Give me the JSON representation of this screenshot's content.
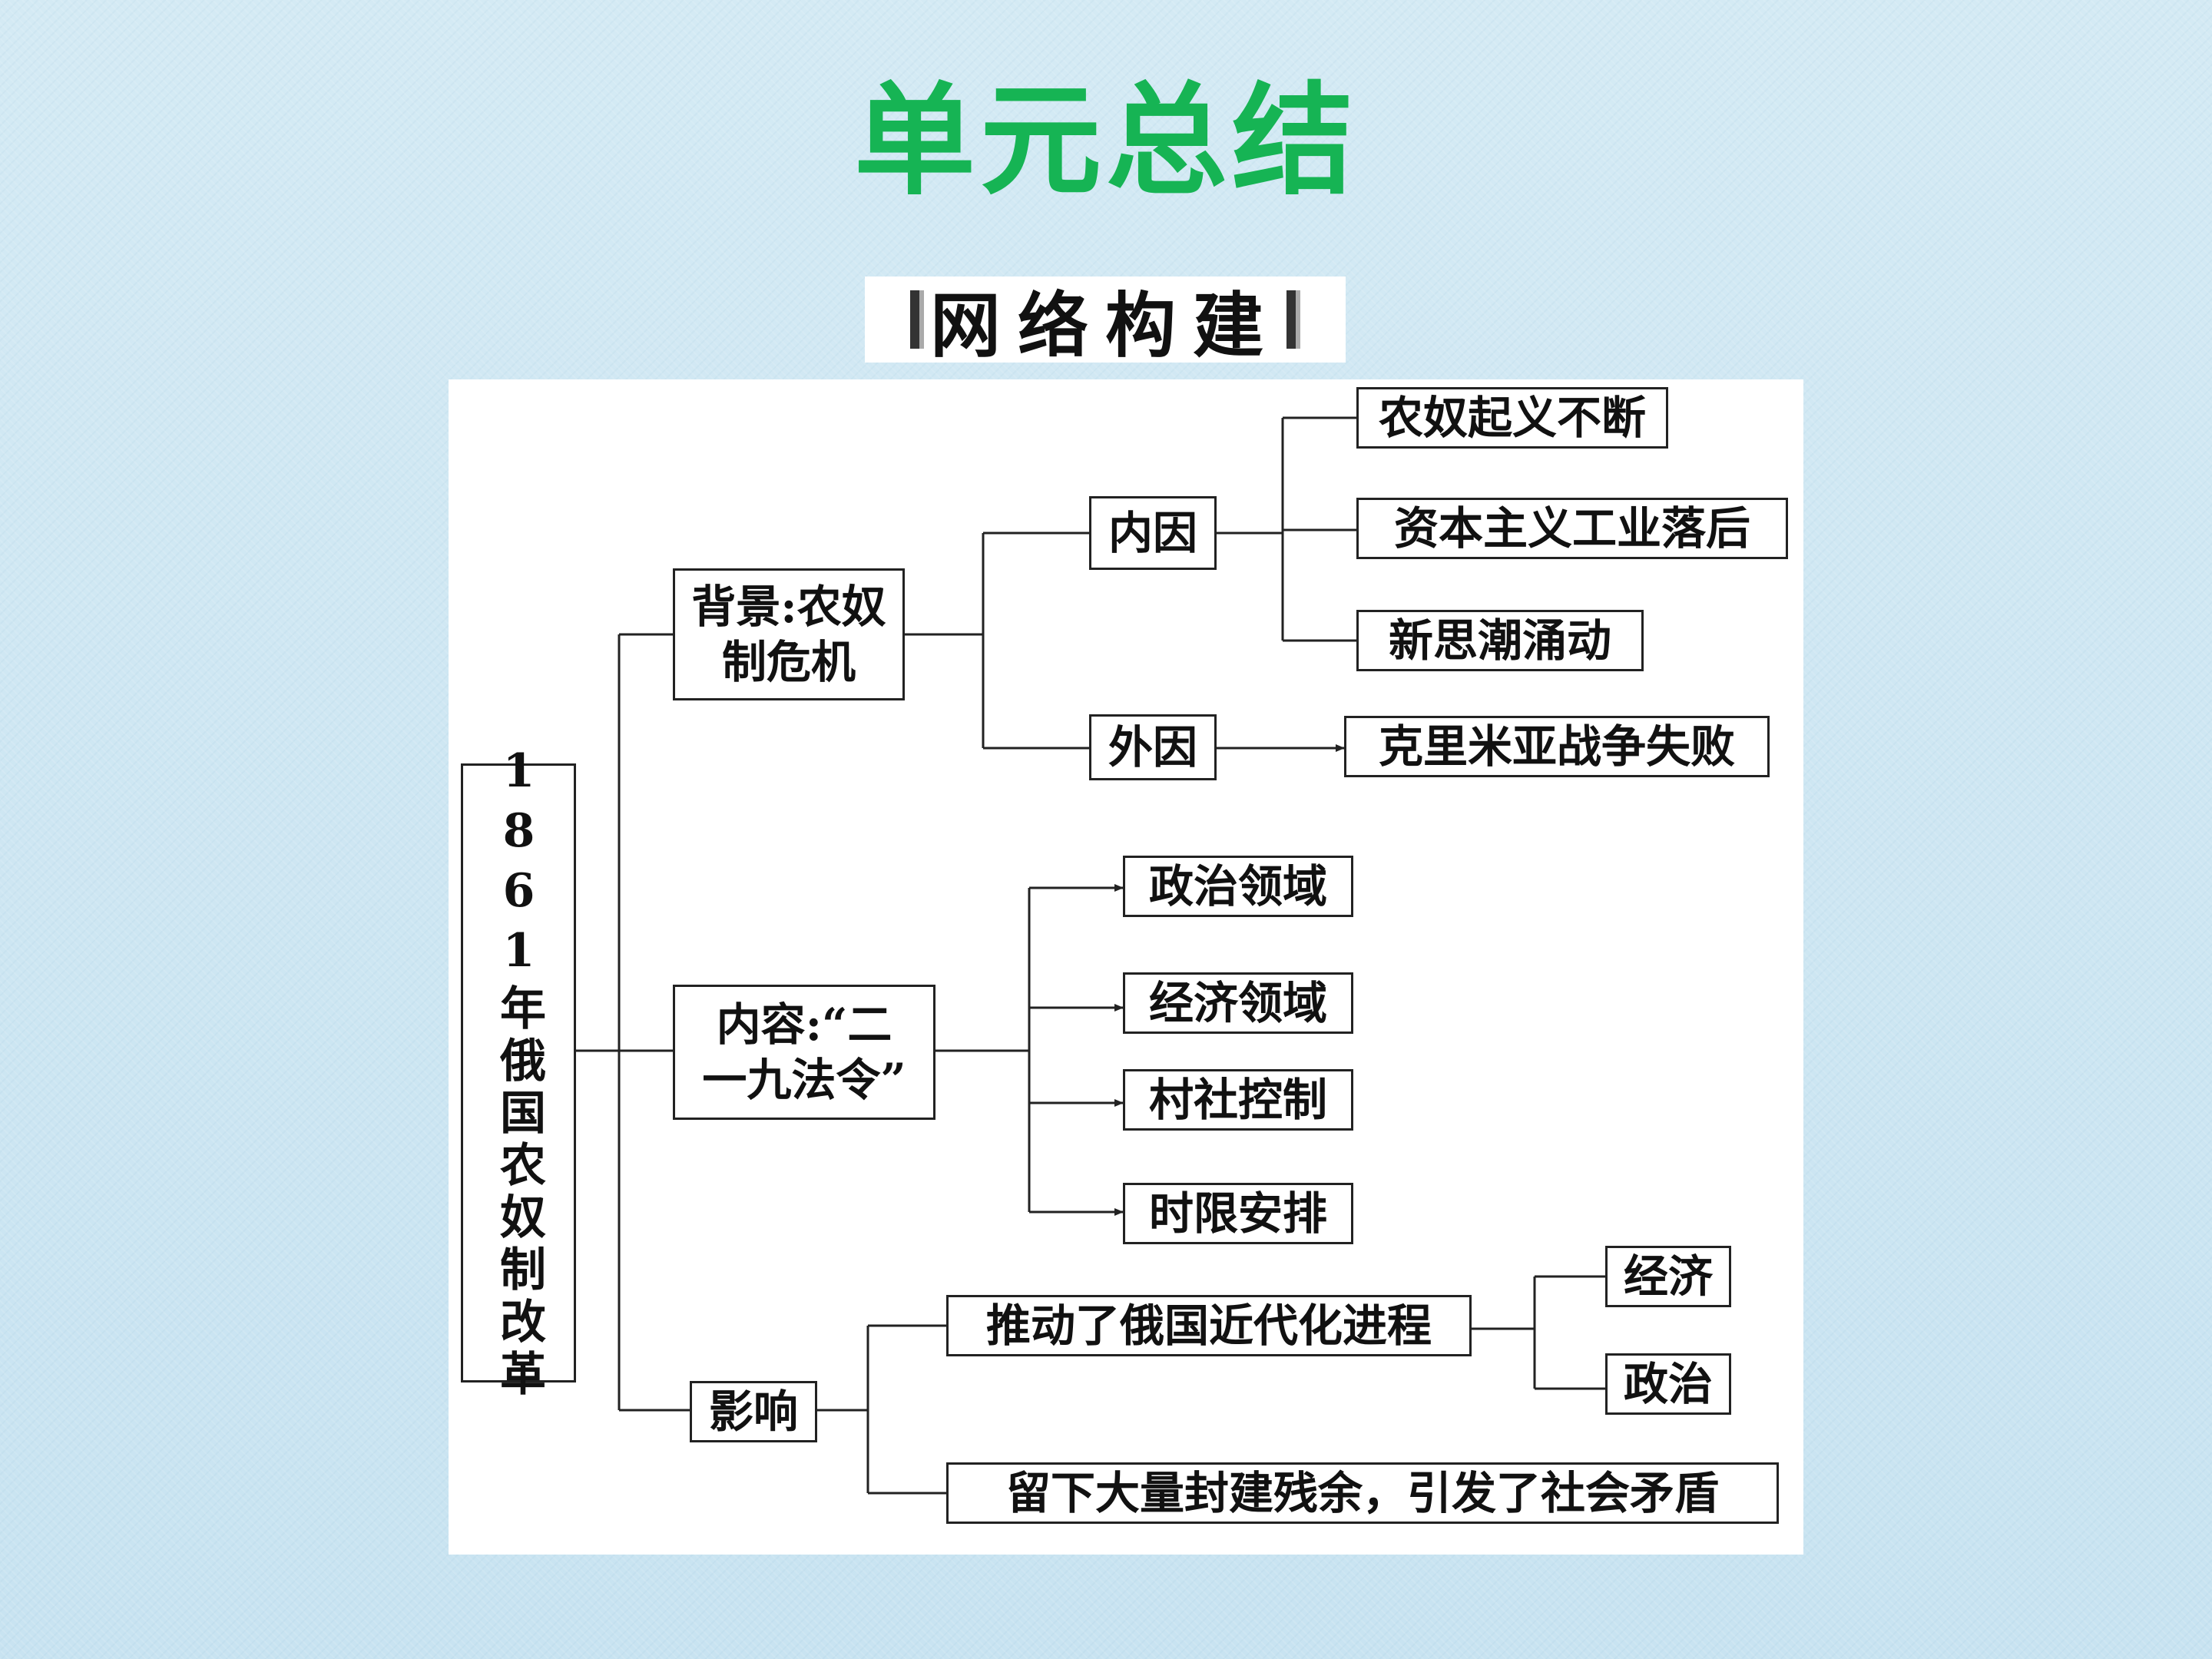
{
  "title": "单元总结",
  "subtitle": "网络构建",
  "diagram": {
    "root": "1861年俄国农奴制改革",
    "background": {
      "label_line1": "背景:农奴",
      "label_line2": "制危机",
      "internal": {
        "label": "内因",
        "items": [
          "农奴起义不断",
          "资本主义工业落后",
          "新思潮涌动"
        ]
      },
      "external": {
        "label": "外因",
        "item": "克里米亚战争失败"
      }
    },
    "content": {
      "label_line1": "内容:“二",
      "label_line2": "一九法令”",
      "items": [
        "政治领域",
        "经济领域",
        "村社控制",
        "时限安排"
      ]
    },
    "impact": {
      "label": "影响",
      "modernization": {
        "label": "推动了俄国近代化进程",
        "items": [
          "经济",
          "政治"
        ]
      },
      "remnant": "留下大量封建残余，引发了社会矛盾"
    }
  }
}
